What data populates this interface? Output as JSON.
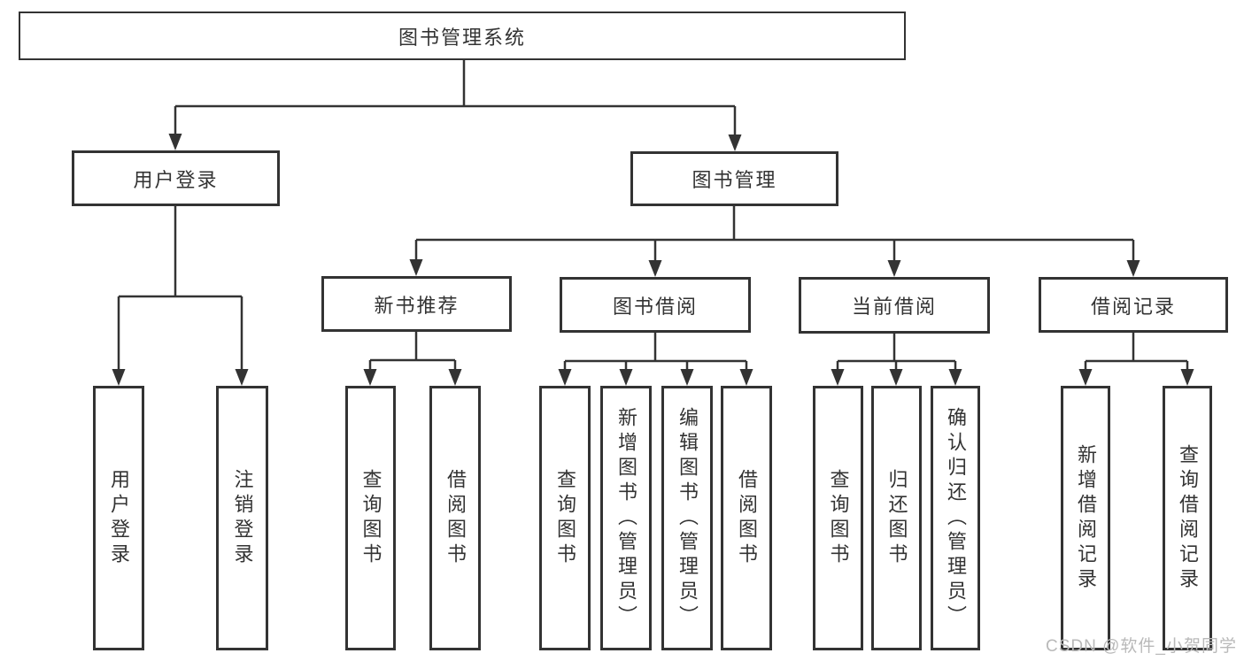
{
  "diagram": {
    "title": "图书管理系统",
    "root": {
      "label": "图书管理系统"
    },
    "branches": [
      {
        "label": "用户登录",
        "children": [
          {
            "label": "用户登录"
          },
          {
            "label": "注销登录"
          }
        ]
      },
      {
        "label": "图书管理",
        "children": [
          {
            "label": "新书推荐",
            "children": [
              {
                "label": "查询图书"
              },
              {
                "label": "借阅图书"
              }
            ]
          },
          {
            "label": "图书借阅",
            "children": [
              {
                "label": "查询图书"
              },
              {
                "label": "新增图书（管理员）"
              },
              {
                "label": "编辑图书（管理员）"
              },
              {
                "label": "借阅图书"
              }
            ]
          },
          {
            "label": "当前借阅",
            "children": [
              {
                "label": "查询图书"
              },
              {
                "label": "归还图书"
              },
              {
                "label": "确认归还（管理员）"
              }
            ]
          },
          {
            "label": "借阅记录",
            "children": [
              {
                "label": "新增借阅记录"
              },
              {
                "label": "查询借阅记录"
              }
            ]
          }
        ]
      }
    ]
  },
  "watermark": {
    "text": "CSDN @软件_小贺同学",
    "color": "#b9b9b9"
  },
  "colors": {
    "line": "#333333",
    "text": "#333333",
    "background": "#ffffff"
  }
}
